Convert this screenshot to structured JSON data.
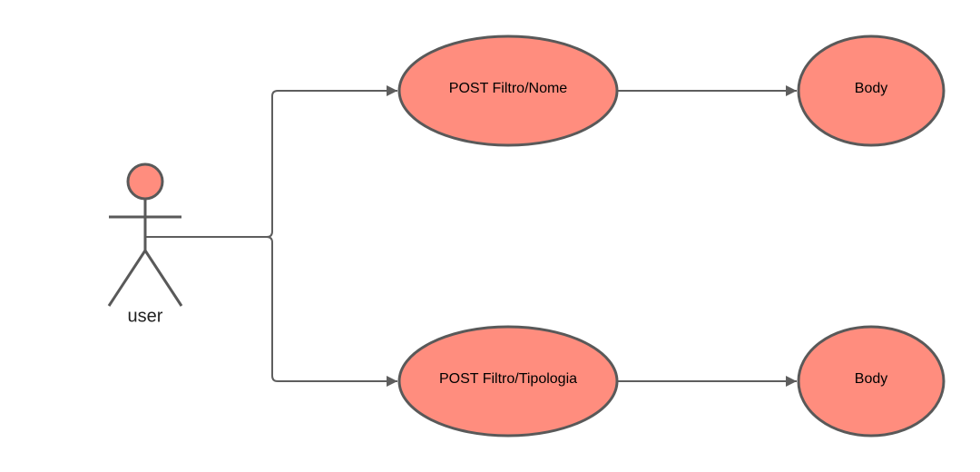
{
  "diagram": {
    "actor": {
      "label": "user",
      "icon": "stick-figure-icon"
    },
    "nodes": {
      "post_filtro_nome": {
        "label": "POST Filtro/Nome"
      },
      "body_top": {
        "label": "Body"
      },
      "post_filtro_tipologia": {
        "label": "POST Filtro/Tipologia"
      },
      "body_bottom": {
        "label": "Body"
      }
    },
    "edges": [
      {
        "from": "user",
        "to": "post_filtro_nome"
      },
      {
        "from": "user",
        "to": "post_filtro_tipologia"
      },
      {
        "from": "post_filtro_nome",
        "to": "body_top"
      },
      {
        "from": "post_filtro_tipologia",
        "to": "body_bottom"
      }
    ],
    "colors": {
      "node_fill": "#FF8D7E",
      "stroke": "#595959",
      "edge": "#5E5E5E"
    }
  }
}
